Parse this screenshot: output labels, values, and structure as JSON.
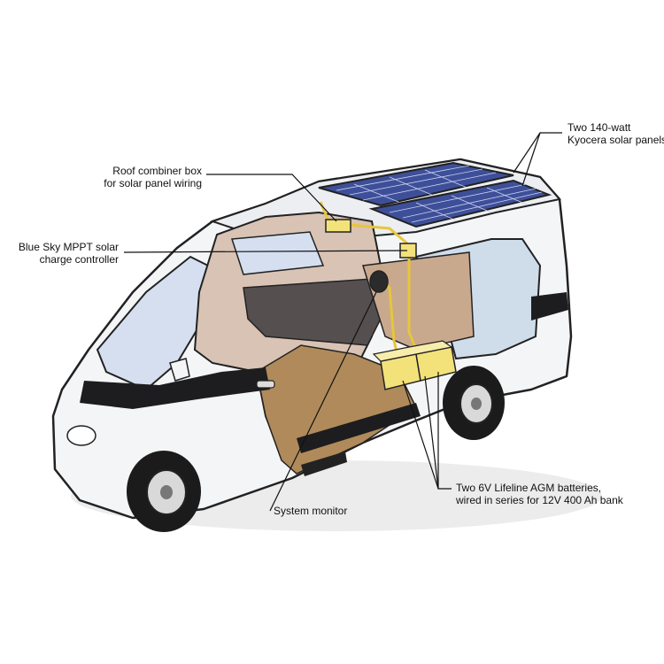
{
  "labels": {
    "solar_panels": {
      "line1": "Two 140-watt",
      "line2": "Kyocera solar panels"
    },
    "combiner_box": {
      "line1": "Roof combiner box",
      "line2": "for solar panel wiring"
    },
    "charge_controller": {
      "line1": "Blue Sky MPPT solar",
      "line2": "charge controller"
    },
    "system_monitor": {
      "line1": "System monitor"
    },
    "batteries": {
      "line1": "Two 6V Lifeline AGM batteries,",
      "line2": "wired in series for 12V 400 Ah bank"
    }
  },
  "colors": {
    "van_body": "#f4f5f7",
    "van_stripe": "#1d1d1f",
    "outline": "#222222",
    "solar_panel": "#3e4f9a",
    "interior_floor": "#b08a5a",
    "interior_wall": "#d8c3b5",
    "battery": "#f3e27a",
    "wiring": "#e7c63a",
    "bench": "#55504f",
    "window_glass": "#d5dff0"
  },
  "icons": [
    "van-illustration",
    "solar-panel-icon",
    "combiner-box-icon",
    "charge-controller-icon",
    "battery-icon",
    "system-monitor-icon"
  ]
}
